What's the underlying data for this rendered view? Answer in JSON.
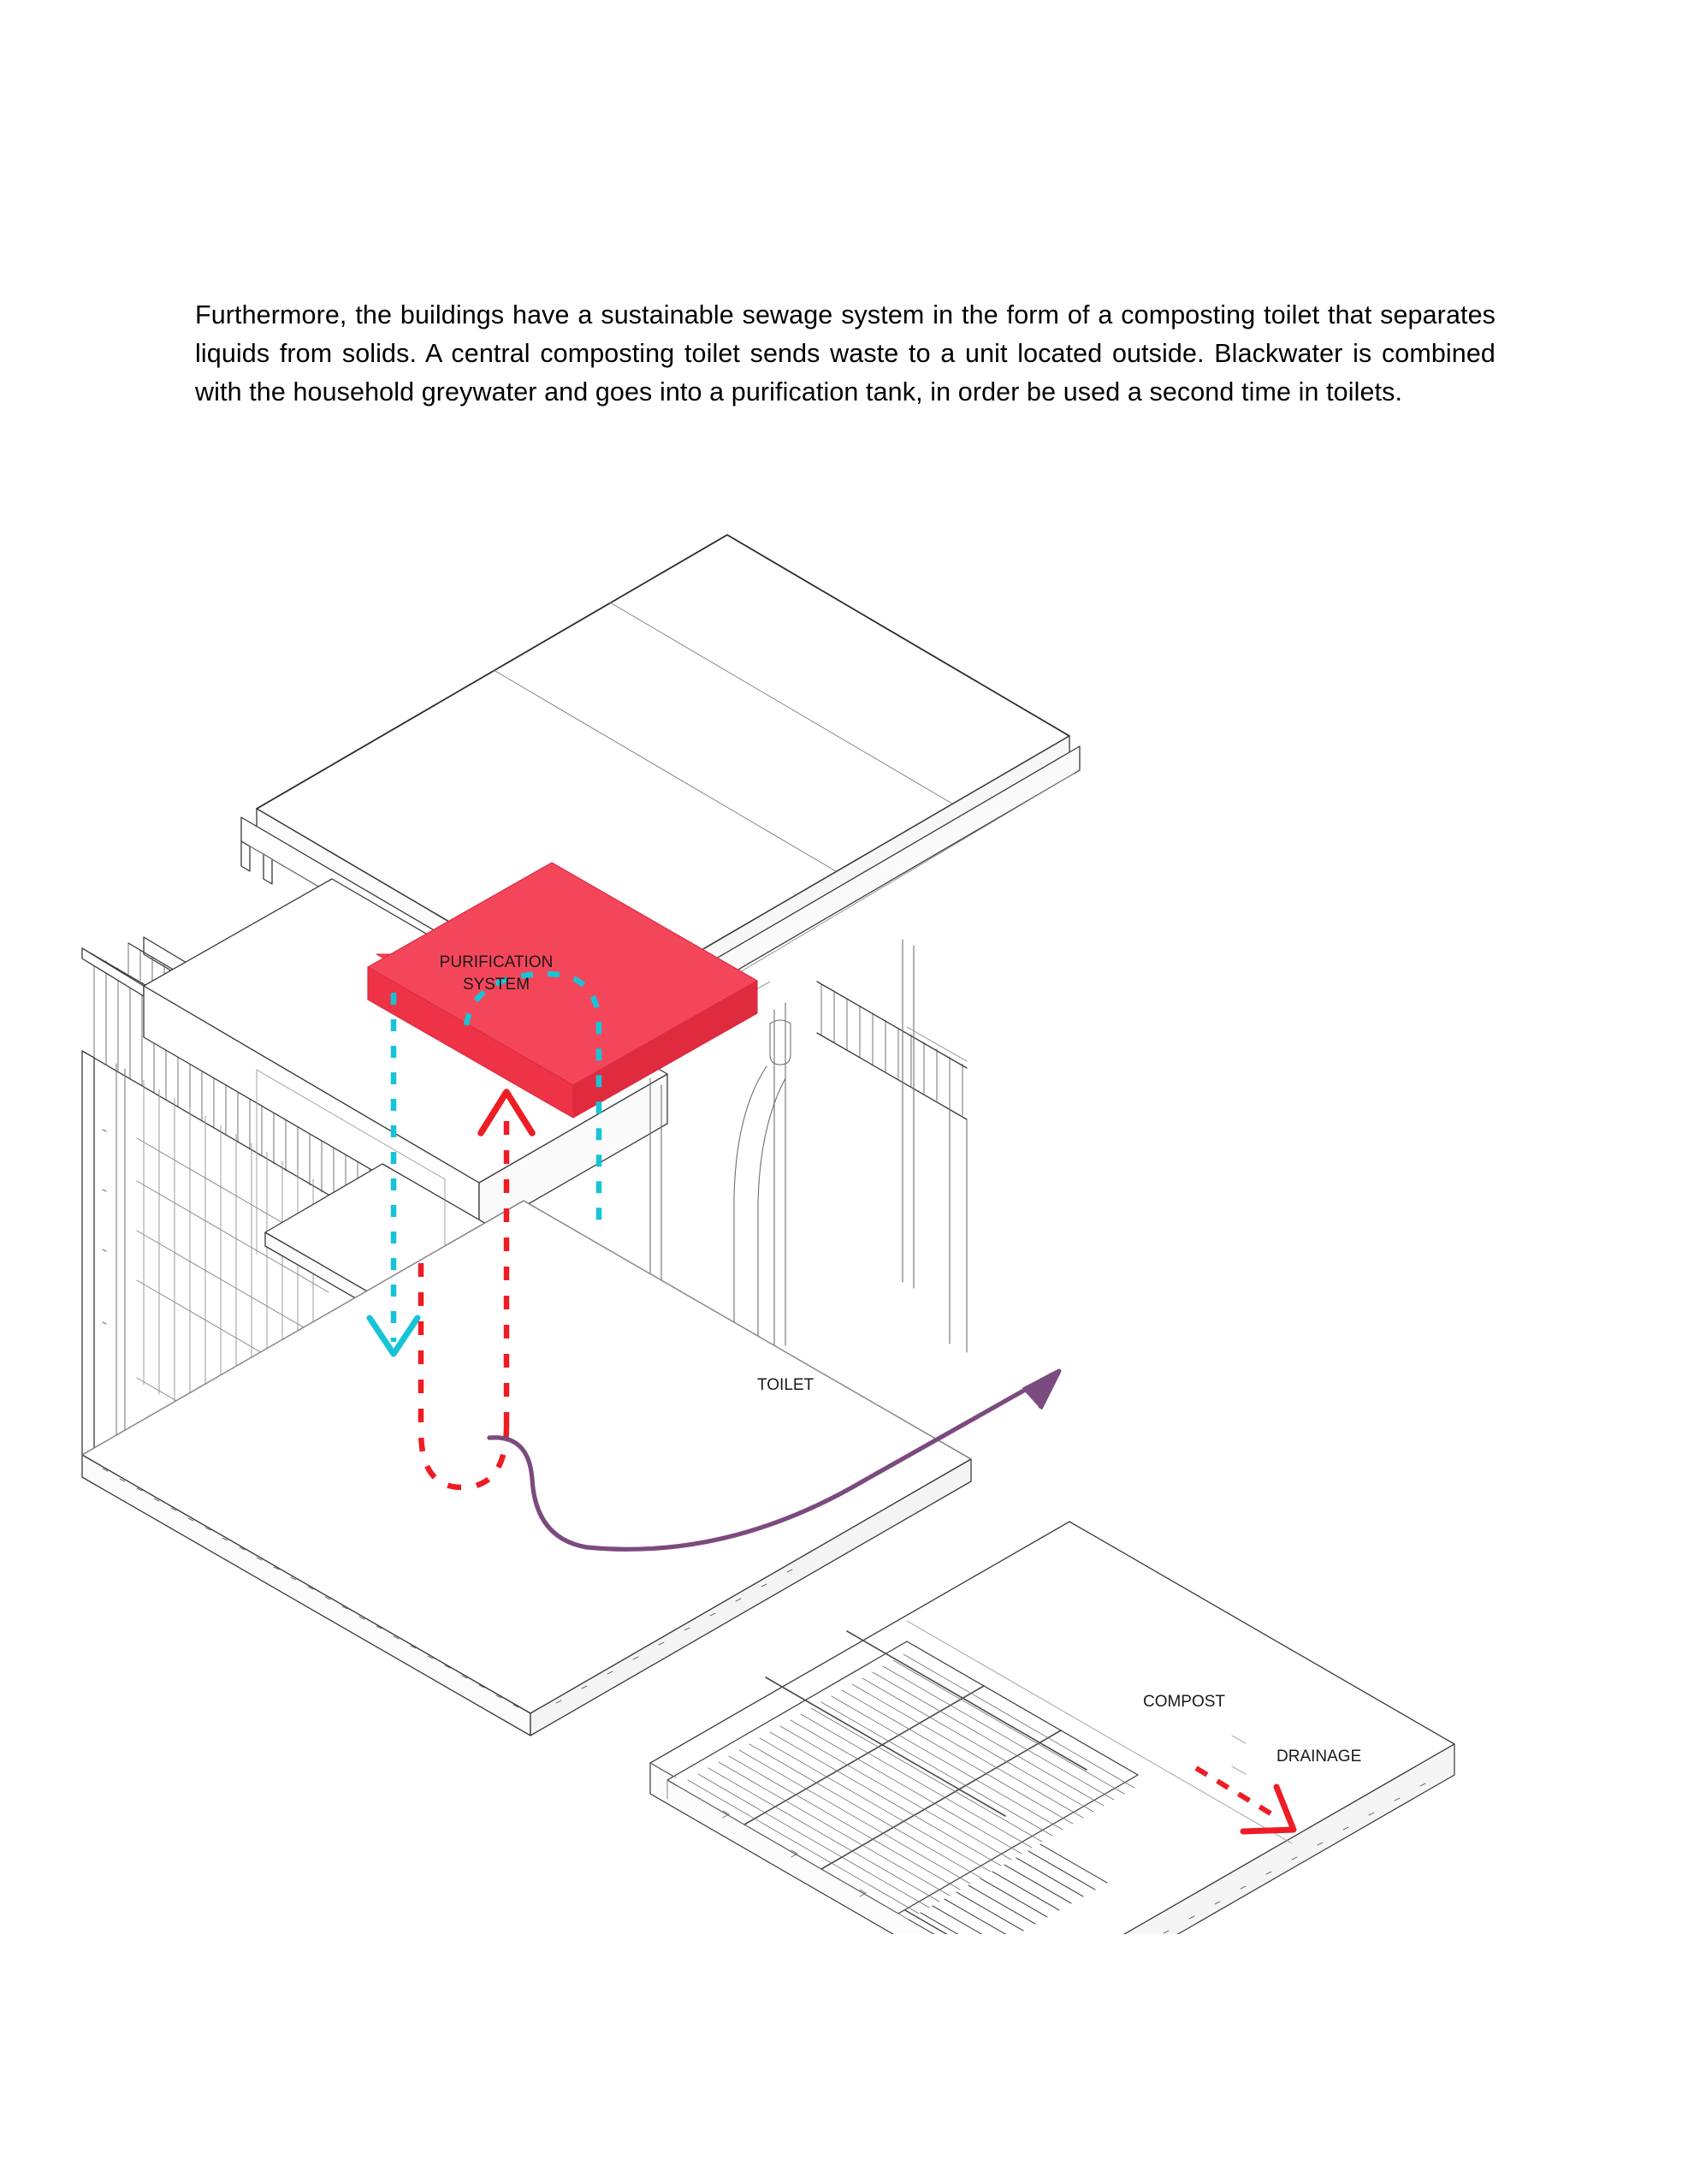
{
  "document": {
    "paragraph": "Furthermore, the buildings have a sustainable sewage system in the form of a composting toilet that separates liquids from solids. A central composting toilet sends waste to a unit located outside. Blackwater is combined with the household greywater and goes into a purification tank, in order be used a second time in toilets."
  },
  "diagram": {
    "title": "Exploded isometric of modular cabin sewage system",
    "labels": {
      "purification_line1": "PURIFICATION",
      "purification_line2": "SYSTEM",
      "toilet": "TOILET",
      "compost": "COMPOST",
      "drainage": "DRAINAGE"
    },
    "colors": {
      "purification_slab_top": "#F4465A",
      "purification_slab_side": "#EE3347",
      "line_stroke": "#3a3a3a",
      "greywater_cyan": "#17C4D6",
      "blackwater_red": "#EE1C24",
      "waste_purple": "#7B4A7E",
      "label_text": "#1a1a1a",
      "page_background": "#FFFFFF"
    },
    "flows": [
      {
        "name": "greywater-down",
        "color": "#17C4D6",
        "style": "dashed",
        "direction": "down",
        "from": "purification-system",
        "to": "lower-level"
      },
      {
        "name": "blackwater-up",
        "color": "#EE1C24",
        "style": "dashed",
        "direction": "up",
        "from": "toilet",
        "to": "purification-system"
      },
      {
        "name": "waste-to-compost",
        "color": "#7B4A7E",
        "style": "solid",
        "direction": "right",
        "from": "toilet",
        "to": "compost"
      },
      {
        "name": "compost-drainage",
        "color": "#EE1C24",
        "style": "dashed",
        "direction": "down-right",
        "from": "compost",
        "to": "ground"
      }
    ],
    "components": [
      {
        "name": "roof-panel",
        "label": ""
      },
      {
        "name": "upper-volume",
        "label": ""
      },
      {
        "name": "slatted-facade",
        "label": ""
      },
      {
        "name": "purification-slab",
        "label": "PURIFICATION SYSTEM"
      },
      {
        "name": "interior-shelf",
        "label": ""
      },
      {
        "name": "toilet-stack",
        "label": "TOILET"
      },
      {
        "name": "floor-slab",
        "label": ""
      },
      {
        "name": "compost-box",
        "label": "COMPOST"
      },
      {
        "name": "deck-platform",
        "label": ""
      },
      {
        "name": "deck-slats",
        "label": ""
      }
    ]
  }
}
